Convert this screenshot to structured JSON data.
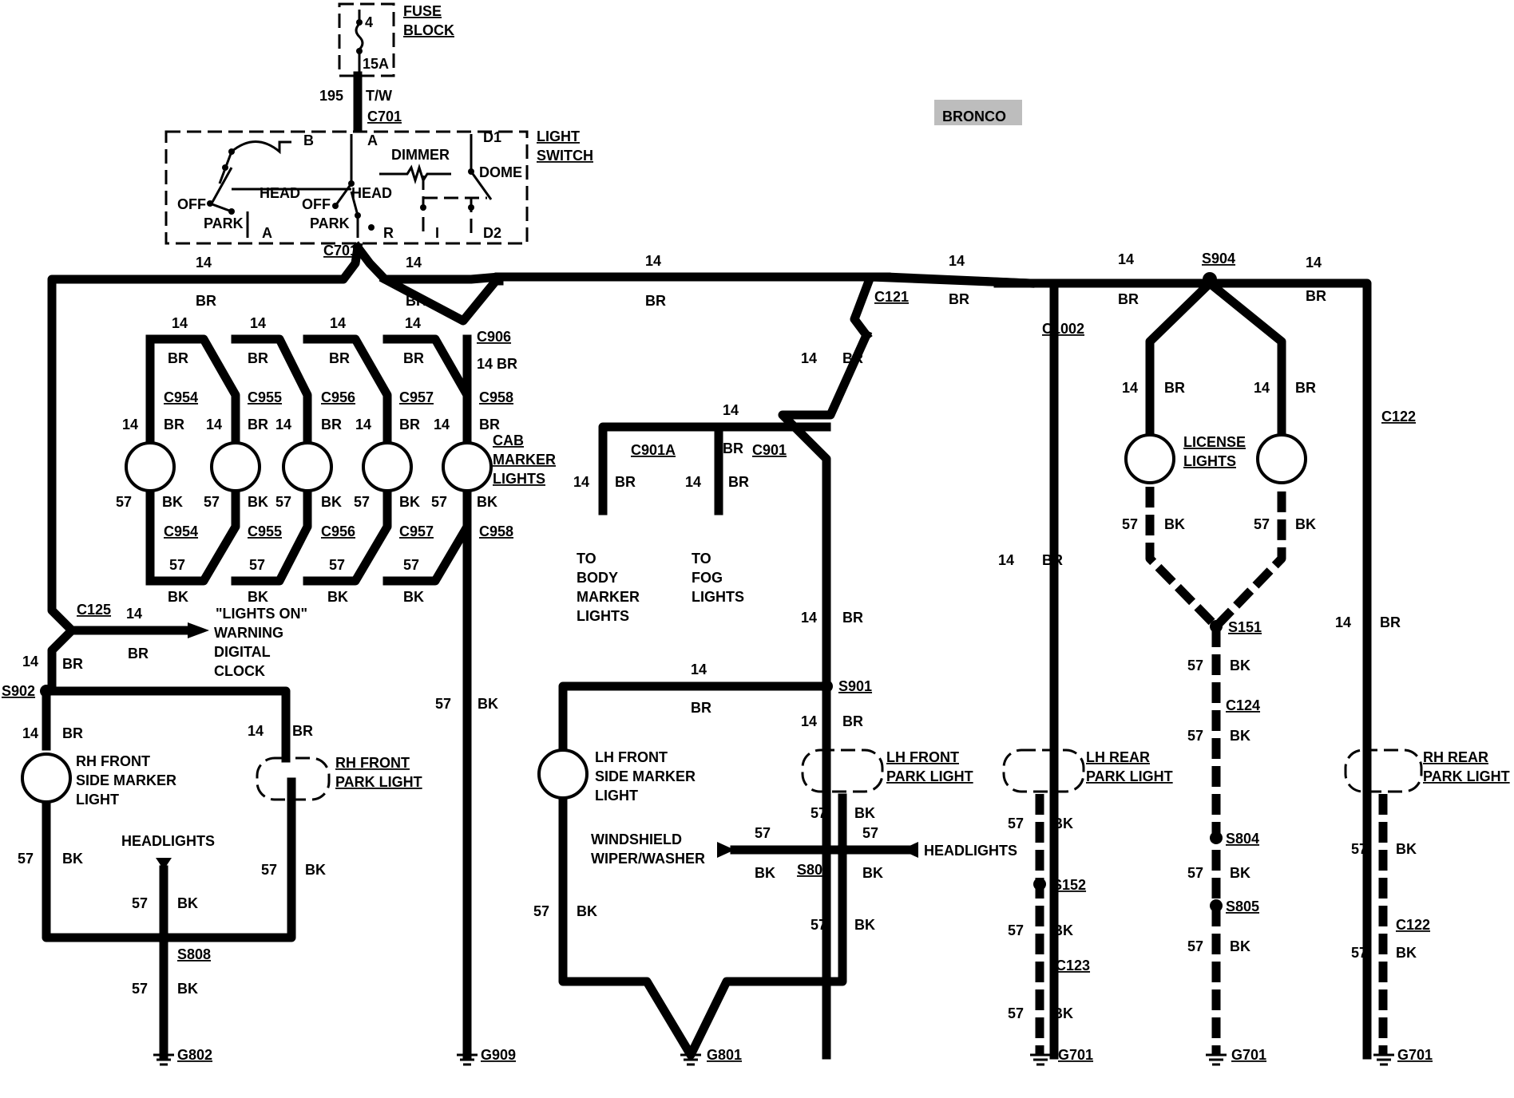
{
  "title_badge": "BRONCO",
  "fuse": {
    "line1": "FUSE",
    "line2": "BLOCK",
    "num": "4",
    "rating": "15A"
  },
  "feed": {
    "circuit": "195",
    "color": "T/W"
  },
  "switch": {
    "connector_top": "C701",
    "connector_bottom": "C701",
    "label1": "LIGHT",
    "label2": "SWITCH",
    "b": "B",
    "a": "A",
    "a_low": "A",
    "d1": "D1",
    "d2": "D2",
    "i": "I",
    "r": "R",
    "dimmer": "DIMMER",
    "dome": "DOME",
    "off1": "OFF",
    "off2": "OFF",
    "head1": "HEAD",
    "head2": "HEAD",
    "park1": "PARK",
    "park2": "PARK"
  },
  "wire": {
    "n14": "14",
    "n57": "57",
    "br": "BR",
    "bk": "BK",
    "n14br": "14 BR"
  },
  "connectors": {
    "c906": "C906",
    "c954": "C954",
    "c955": "C955",
    "c956": "C956",
    "c957": "C957",
    "c958": "C958",
    "c121": "C121",
    "c1002": "C1002",
    "s904": "S904",
    "c122": "C122",
    "c901a": "C901A",
    "c901": "C901",
    "c125": "C125",
    "s902": "S902",
    "s901": "S901",
    "s151": "S151",
    "c124": "C124",
    "s804": "S804",
    "s805": "S805",
    "s152": "S152",
    "c123": "C123",
    "s807": "S807",
    "s808": "S808",
    "g802": "G802",
    "g909": "G909",
    "g801": "G801",
    "g701": "G701"
  },
  "labels": {
    "cab1": "CAB",
    "cab2": "MARKER",
    "cab3": "LIGHTS",
    "lic1": "LICENSE",
    "lic2": "LIGHTS",
    "to_body1": "TO",
    "to_body2": "BODY",
    "to_body3": "MARKER",
    "to_body4": "LIGHTS",
    "to_fog1": "TO",
    "to_fog2": "FOG",
    "to_fog3": "LIGHTS",
    "warn1": "\"LIGHTS ON\"",
    "warn2": "WARNING",
    "warn3": "DIGITAL",
    "warn4": "CLOCK",
    "rhfsm1": "RH FRONT",
    "rhfsm2": "SIDE MARKER",
    "rhfsm3": "LIGHT",
    "rhfp1": "RH FRONT",
    "rhfp2": "PARK LIGHT",
    "lhfsm1": "LH FRONT",
    "lhfsm2": "SIDE MARKER",
    "lhfsm3": "LIGHT",
    "lhfp1": "LH FRONT",
    "lhfp2": "PARK LIGHT",
    "lhrp1": "LH REAR",
    "lhrp2": "PARK LIGHT",
    "rhrp1": "RH REAR",
    "rhrp2": "PARK LIGHT",
    "headlights": "HEADLIGHTS",
    "wsw1": "WINDSHIELD",
    "wsw2": "WIPER/WASHER"
  }
}
